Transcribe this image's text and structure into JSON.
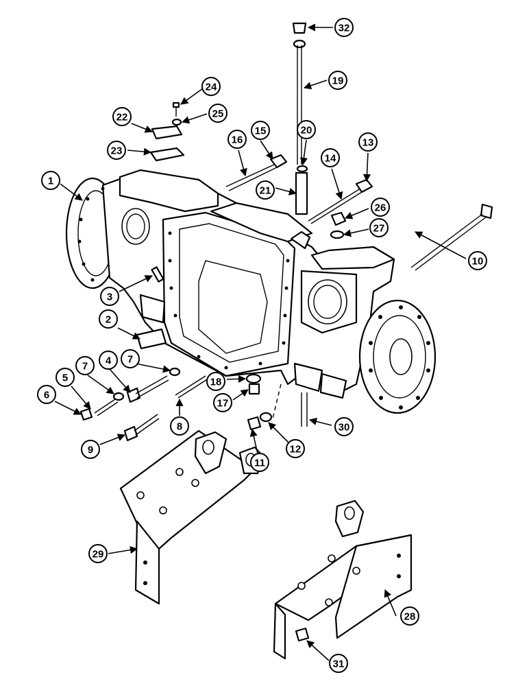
{
  "figure": {
    "type": "exploded parts diagram",
    "subject": "tractor rear axle/transmission housing with brackets and fasteners"
  },
  "callouts": [
    {
      "label": "1"
    },
    {
      "label": "2"
    },
    {
      "label": "3"
    },
    {
      "label": "4"
    },
    {
      "label": "5"
    },
    {
      "label": "6"
    },
    {
      "label": "7"
    },
    {
      "label": "7"
    },
    {
      "label": "8"
    },
    {
      "label": "9"
    },
    {
      "label": "10"
    },
    {
      "label": "11"
    },
    {
      "label": "12"
    },
    {
      "label": "13"
    },
    {
      "label": "14"
    },
    {
      "label": "15"
    },
    {
      "label": "16"
    },
    {
      "label": "17"
    },
    {
      "label": "18"
    },
    {
      "label": "19"
    },
    {
      "label": "20"
    },
    {
      "label": "21"
    },
    {
      "label": "22"
    },
    {
      "label": "23"
    },
    {
      "label": "24"
    },
    {
      "label": "25"
    },
    {
      "label": "26"
    },
    {
      "label": "27"
    },
    {
      "label": "28"
    },
    {
      "label": "29"
    },
    {
      "label": "30"
    },
    {
      "label": "31"
    },
    {
      "label": "32"
    }
  ]
}
